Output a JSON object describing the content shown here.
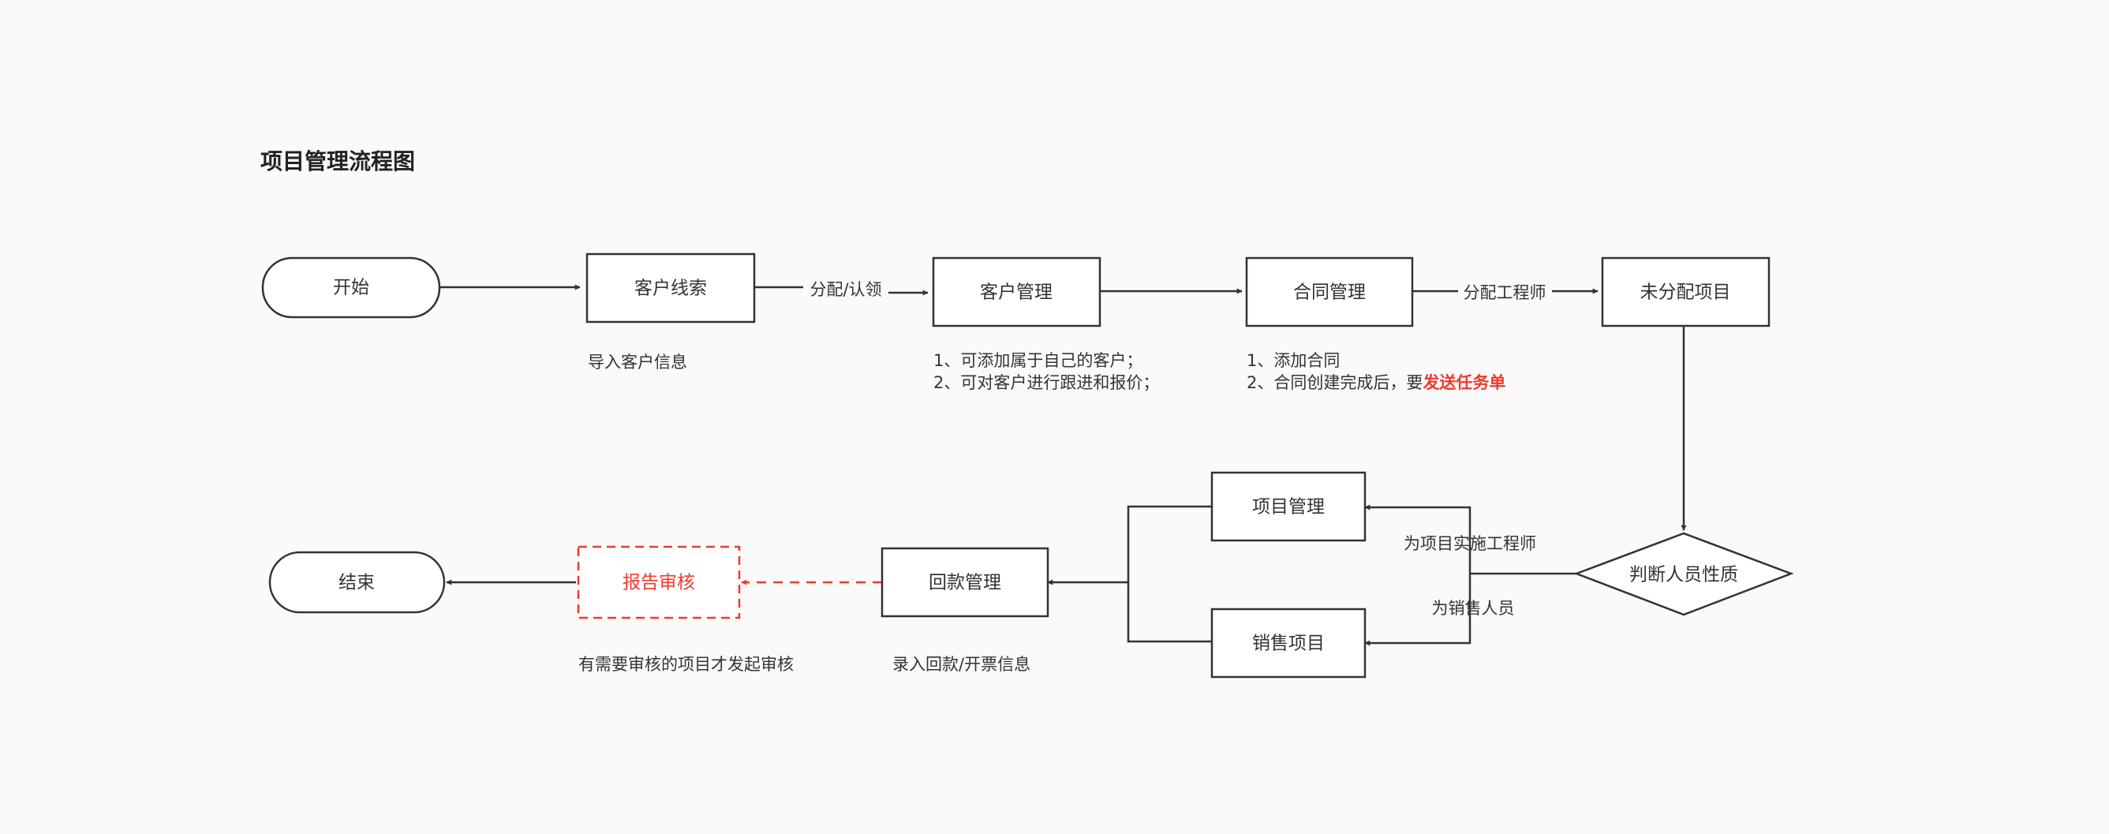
{
  "title": "项目管理流程图",
  "nodes": {
    "start": "开始",
    "customer_leads": "客户线索",
    "customer_mgmt": "客户管理",
    "contract_mgmt": "合同管理",
    "unassigned_project": "未分配项目",
    "judge_role": "判断人员性质",
    "project_mgmt": "项目管理",
    "sales_project": "销售项目",
    "payment_mgmt": "回款管理",
    "report_review": "报告审核",
    "end": "结束"
  },
  "edge_labels": {
    "assign_claim": "分配/认领",
    "assign_engineer": "分配工程师",
    "for_engineer": "为项目实施工程师",
    "for_sales": "为销售人员"
  },
  "notes": {
    "leads": "导入客户信息",
    "customer_1": "1、可添加属于自己的客户；",
    "customer_2": "2、可对客户进行跟进和报价；",
    "contract_1": "1、添加合同",
    "contract_2_prefix": "2、合同创建完成后，要",
    "contract_2_highlight": "发送任务单",
    "payment": "录入回款/开票信息",
    "review": "有需要审核的项目才发起审核"
  },
  "colors": {
    "line": "#333333",
    "highlight": "#f03a2e",
    "background": "#fafafa"
  }
}
